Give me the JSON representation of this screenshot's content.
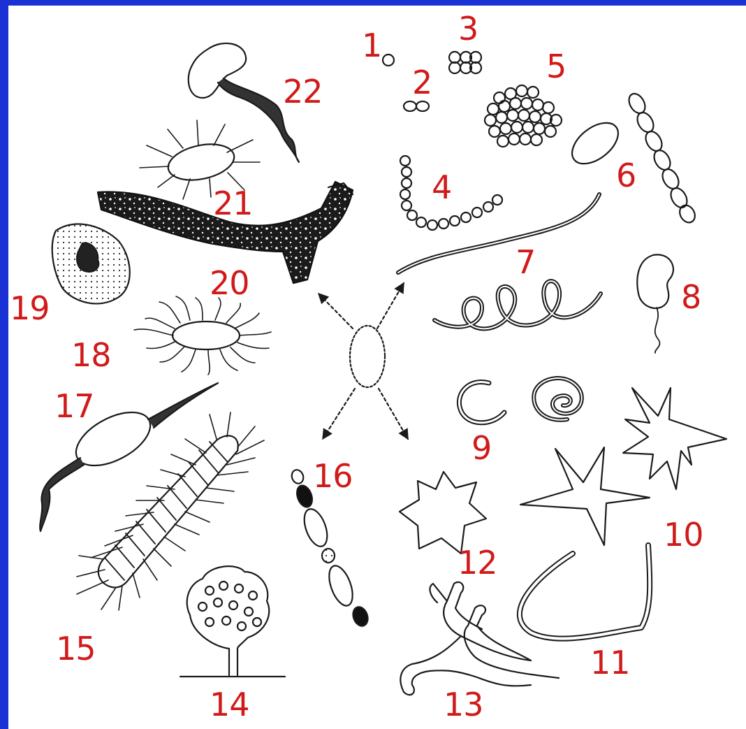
{
  "labels": {
    "l1": "1",
    "l2": "2",
    "l3": "3",
    "l4": "4",
    "l5": "5",
    "l6": "6",
    "l7": "7",
    "l8": "8",
    "l9": "9",
    "l10": "10",
    "l11": "11",
    "l12": "12",
    "l13": "13",
    "l14": "14",
    "l15": "15",
    "l16": "16",
    "l17": "17",
    "l18": "18",
    "l19": "19",
    "l20": "20",
    "l21": "21",
    "l22": "22"
  },
  "colors": {
    "frame": "#1a31d6",
    "label": "#d11a1a",
    "ink": "#1a1a1a"
  }
}
